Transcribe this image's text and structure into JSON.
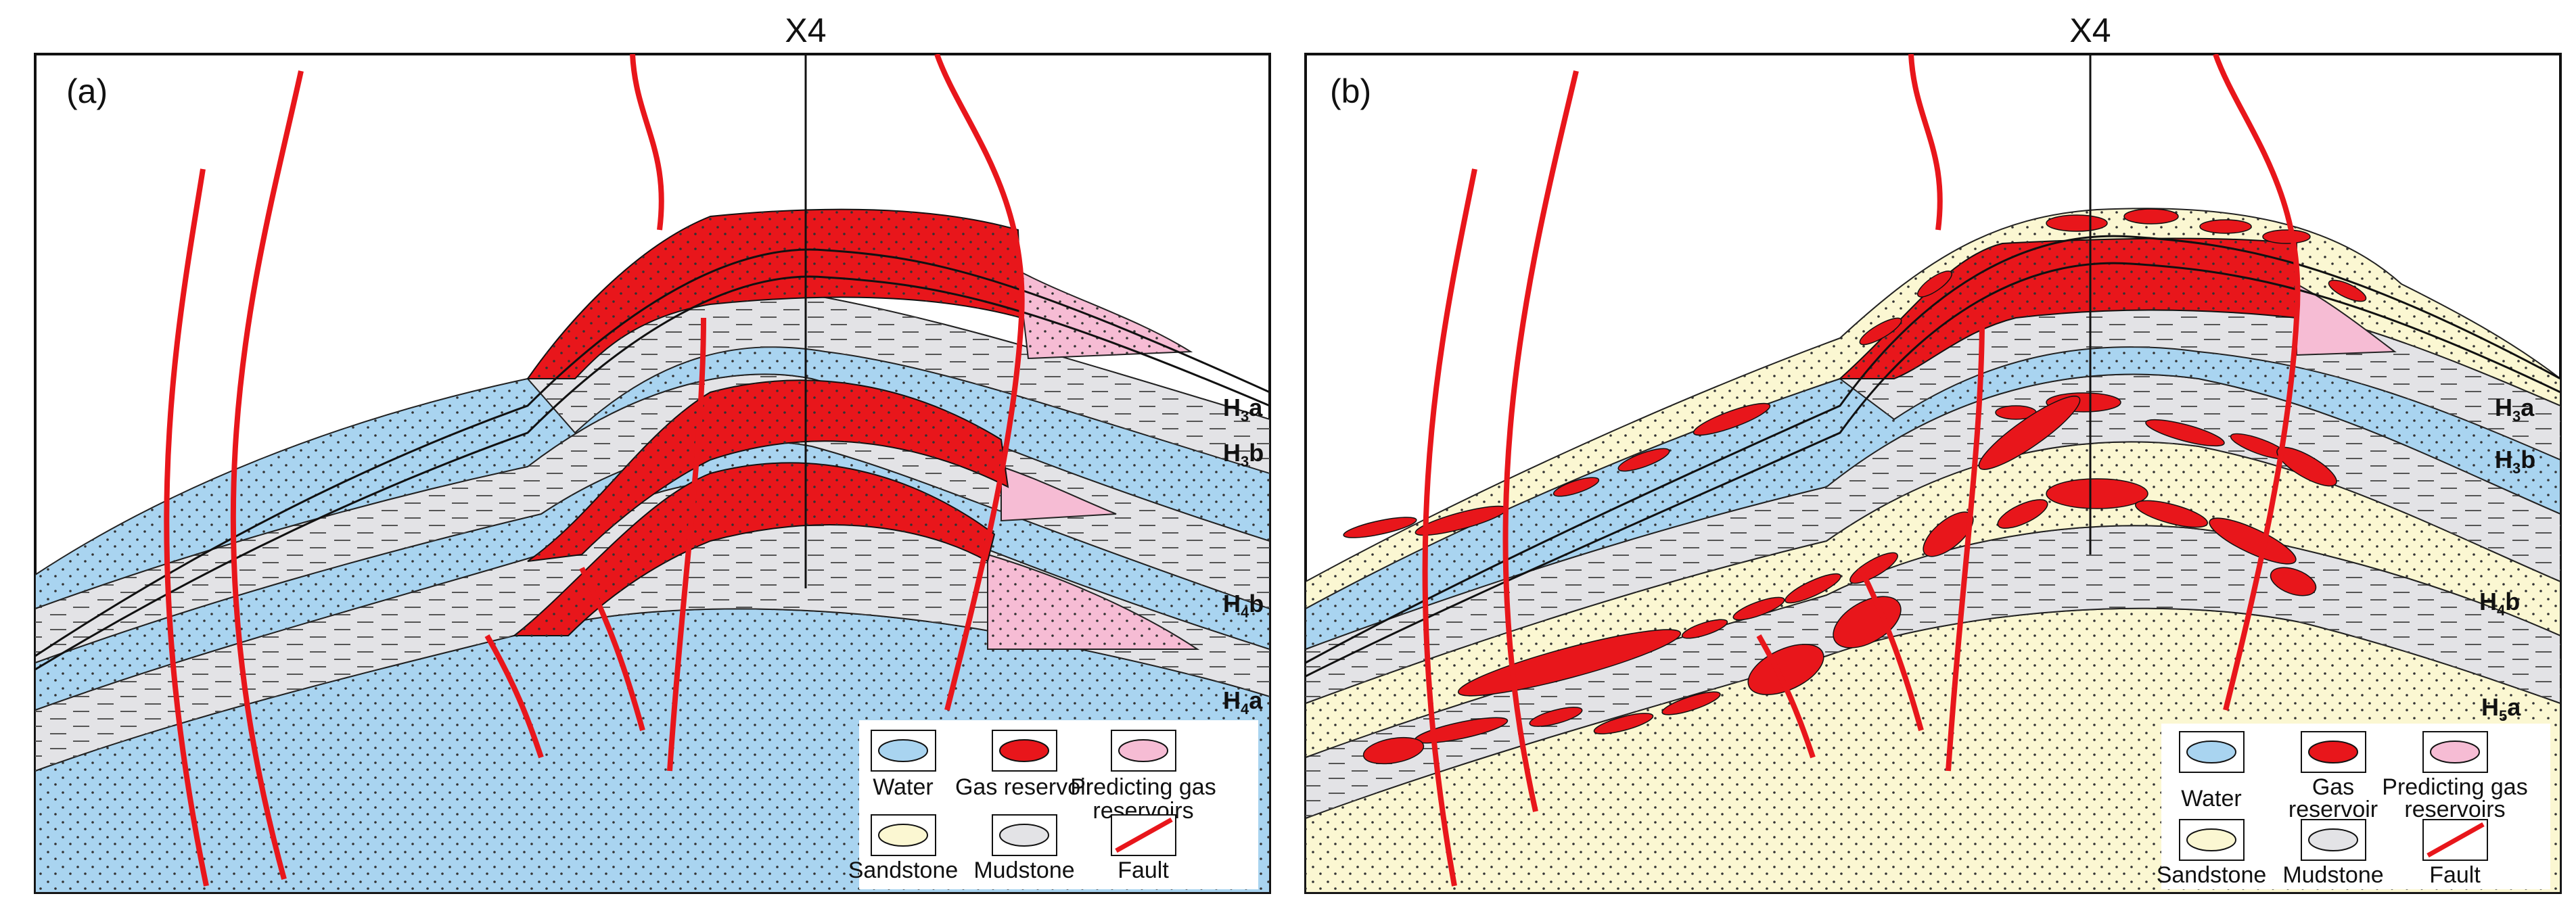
{
  "panels": [
    {
      "label": "(a)",
      "well": "X4",
      "layers": [
        {
          "name": "H",
          "sub": "3",
          "suffix": "a"
        },
        {
          "name": "H",
          "sub": "3",
          "suffix": "b"
        },
        {
          "name": "H",
          "sub": "4",
          "suffix": "b"
        },
        {
          "name": "H",
          "sub": "4",
          "suffix": "a"
        }
      ],
      "legend": {
        "water": "Water",
        "gas": "Gas reservoir",
        "predict": [
          "Predicting gas",
          "reservoirs"
        ],
        "sandstone": "Sandstone",
        "mudstone": "Mudstone",
        "fault": "Fault"
      }
    },
    {
      "label": "(b)",
      "well": "X4",
      "layers": [
        {
          "name": "H",
          "sub": "3",
          "suffix": "a"
        },
        {
          "name": "H",
          "sub": "3",
          "suffix": "b"
        },
        {
          "name": "H",
          "sub": "4",
          "suffix": "b"
        },
        {
          "name": "H",
          "sub": "5",
          "suffix": "a"
        }
      ],
      "legend": {
        "water": "Water",
        "gas": [
          "Gas",
          "reservoir"
        ],
        "predict": [
          "Predicting gas",
          "reservoirs"
        ],
        "sandstone": "Sandstone",
        "mudstone": "Mudstone",
        "fault": "Fault"
      }
    }
  ],
  "colors": {
    "water": "#a9d4f0",
    "gas": "#e8161b",
    "predict": "#f6bcd4",
    "sandstone": "#fbf7d2",
    "mudstone": "#e3e3e6",
    "fault": "#e8161b",
    "frame": "#111111"
  }
}
